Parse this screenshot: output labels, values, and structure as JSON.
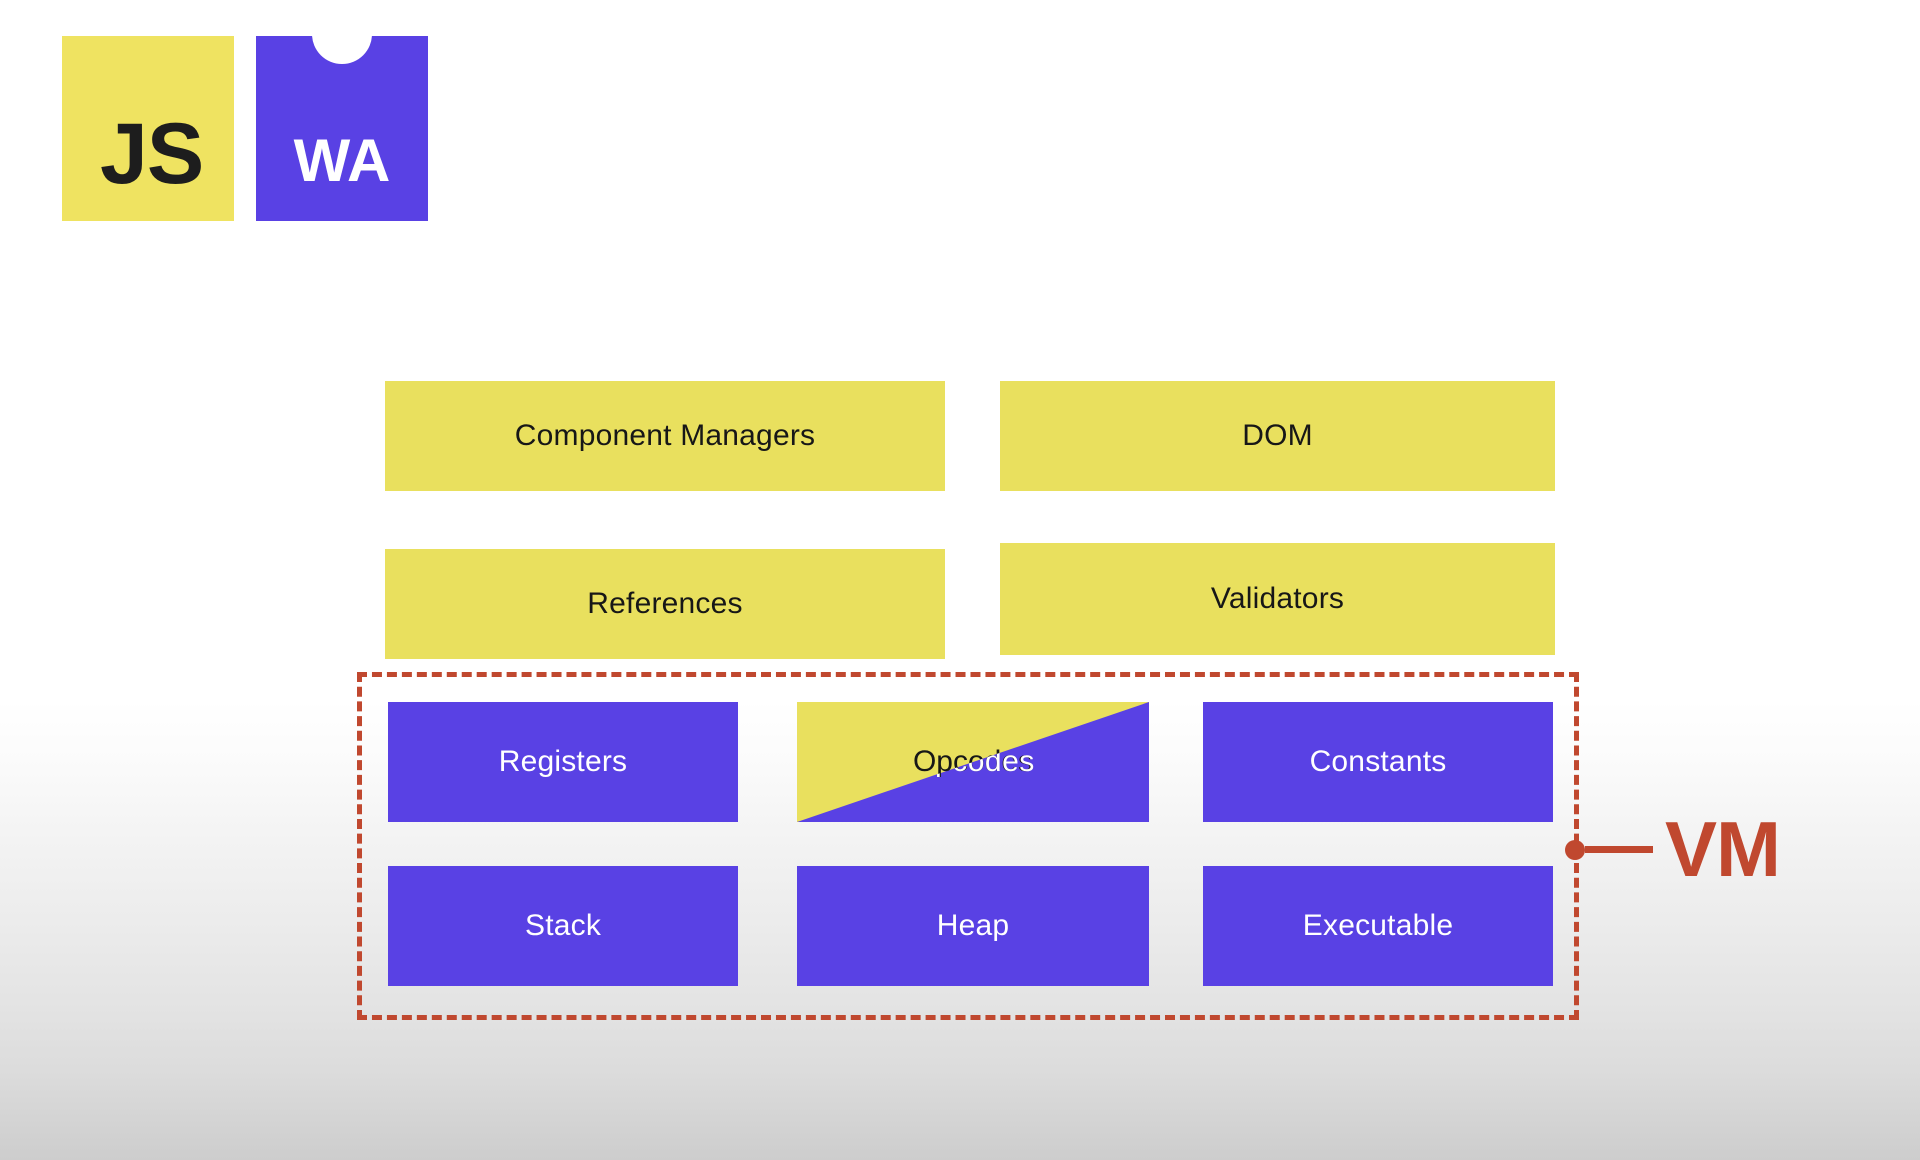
{
  "logos": [
    {
      "name": "javascript-logo",
      "text": "JS",
      "bg": "#EFE361",
      "fg": "#1d1d1d"
    },
    {
      "name": "webassembly-logo",
      "text": "WA",
      "bg": "#5941E4",
      "fg": "#ffffff"
    }
  ],
  "diagram": {
    "host_boxes": [
      {
        "label": "Component Managers",
        "color": "#E9E05E"
      },
      {
        "label": "DOM",
        "color": "#E9E05E"
      },
      {
        "label": "References",
        "color": "#E9E05E"
      },
      {
        "label": "Validators",
        "color": "#E9E05E"
      }
    ],
    "vm_boxes": [
      {
        "label": "Registers",
        "color": "#5941E4"
      },
      {
        "label": "Opcodes",
        "color": "#5941E4"
      },
      {
        "label": "Constants",
        "color": "#5941E4"
      },
      {
        "label": "Stack",
        "color": "#5941E4"
      },
      {
        "label": "Heap",
        "color": "#5941E4"
      },
      {
        "label": "Executable",
        "color": "#5941E4"
      }
    ],
    "transition_box": {
      "label": "Opcodes",
      "from_color": "#E9E05E",
      "to_color": "#5941E4",
      "state": "diagonal-wipe"
    },
    "callout": {
      "label": "VM",
      "color": "#C0482F"
    },
    "container": {
      "name": "vm-group",
      "border_style": "dashed",
      "border_color": "#C0482F"
    }
  },
  "colors": {
    "yellow": "#E9E05E",
    "purple": "#5941E4",
    "accent_red": "#C0482F",
    "background_top": "#ffffff",
    "background_bottom": "#cdcdcd"
  }
}
